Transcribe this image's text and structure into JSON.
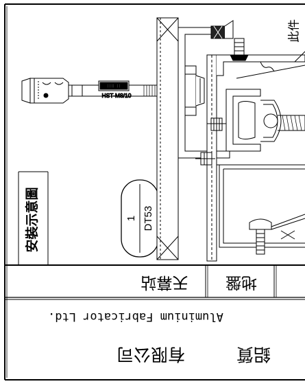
{
  "drawing": {
    "plan_title": "安裝示意圖",
    "anchor_label": "HST-M8/10",
    "anchor_logo": "HILTI",
    "detail_number": "1",
    "detail_code": "DT53",
    "project_name": "天幕站",
    "field_name": "地盤",
    "company_english": "Aluminium Fabricator Ltd.",
    "company_chinese": "有限公司",
    "company_chinese_partial": "鋁質",
    "edge_text": "此件"
  }
}
